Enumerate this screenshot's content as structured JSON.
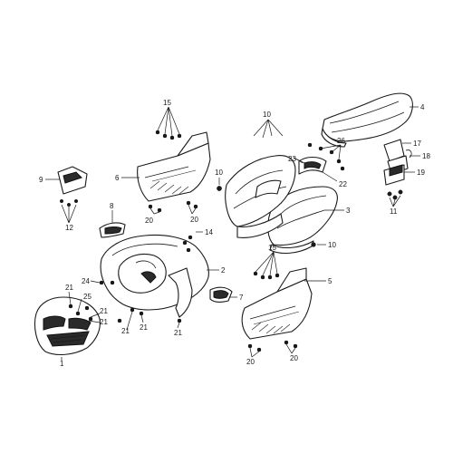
{
  "diagram": {
    "callouts": [
      {
        "id": "c1",
        "label": "1"
      },
      {
        "id": "c2",
        "label": "2"
      },
      {
        "id": "c3",
        "label": "3"
      },
      {
        "id": "c4",
        "label": "4"
      },
      {
        "id": "c5",
        "label": "5"
      },
      {
        "id": "c6",
        "label": "6"
      },
      {
        "id": "c7",
        "label": "7"
      },
      {
        "id": "c8",
        "label": "8"
      },
      {
        "id": "c9",
        "label": "9"
      },
      {
        "id": "c10a",
        "label": "10"
      },
      {
        "id": "c10b",
        "label": "10"
      },
      {
        "id": "c10c",
        "label": "10"
      },
      {
        "id": "c11",
        "label": "11"
      },
      {
        "id": "c12",
        "label": "12"
      },
      {
        "id": "c14",
        "label": "14"
      },
      {
        "id": "c15a",
        "label": "15"
      },
      {
        "id": "c15b",
        "label": "15"
      },
      {
        "id": "c17",
        "label": "17"
      },
      {
        "id": "c18",
        "label": "18"
      },
      {
        "id": "c19",
        "label": "19"
      },
      {
        "id": "c20a",
        "label": "20"
      },
      {
        "id": "c20b",
        "label": "20"
      },
      {
        "id": "c20c",
        "label": "20"
      },
      {
        "id": "c20d",
        "label": "20"
      },
      {
        "id": "c21a",
        "label": "21"
      },
      {
        "id": "c21b",
        "label": "21"
      },
      {
        "id": "c21c",
        "label": "21"
      },
      {
        "id": "c21d",
        "label": "21"
      },
      {
        "id": "c21e",
        "label": "21"
      },
      {
        "id": "c21f",
        "label": "21"
      },
      {
        "id": "c22",
        "label": "22"
      },
      {
        "id": "c23",
        "label": "23"
      },
      {
        "id": "c24",
        "label": "24"
      },
      {
        "id": "c25",
        "label": "25"
      },
      {
        "id": "c26",
        "label": "26"
      }
    ]
  }
}
